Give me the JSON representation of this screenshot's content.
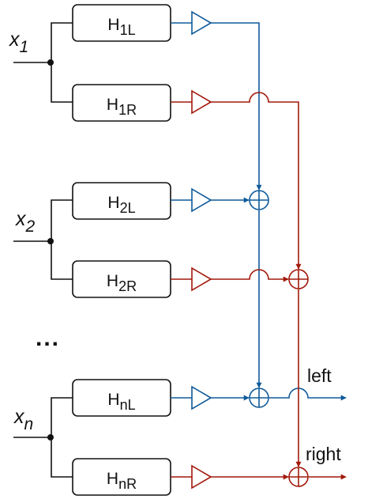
{
  "colors": {
    "left_channel": "#0f5a9a",
    "right_channel": "#a2190b",
    "wire": "#111111"
  },
  "inputs": [
    {
      "base": "x",
      "sub": "1"
    },
    {
      "base": "x",
      "sub": "2"
    },
    {
      "base": "x",
      "sub": "n"
    }
  ],
  "filters": [
    {
      "base": "H",
      "sub": "1L"
    },
    {
      "base": "H",
      "sub": "1R"
    },
    {
      "base": "H",
      "sub": "2L"
    },
    {
      "base": "H",
      "sub": "2R"
    },
    {
      "base": "H",
      "sub": "nL"
    },
    {
      "base": "H",
      "sub": "nR"
    }
  ],
  "ellipsis": "...",
  "outputs": {
    "left": "left",
    "right": "right"
  }
}
